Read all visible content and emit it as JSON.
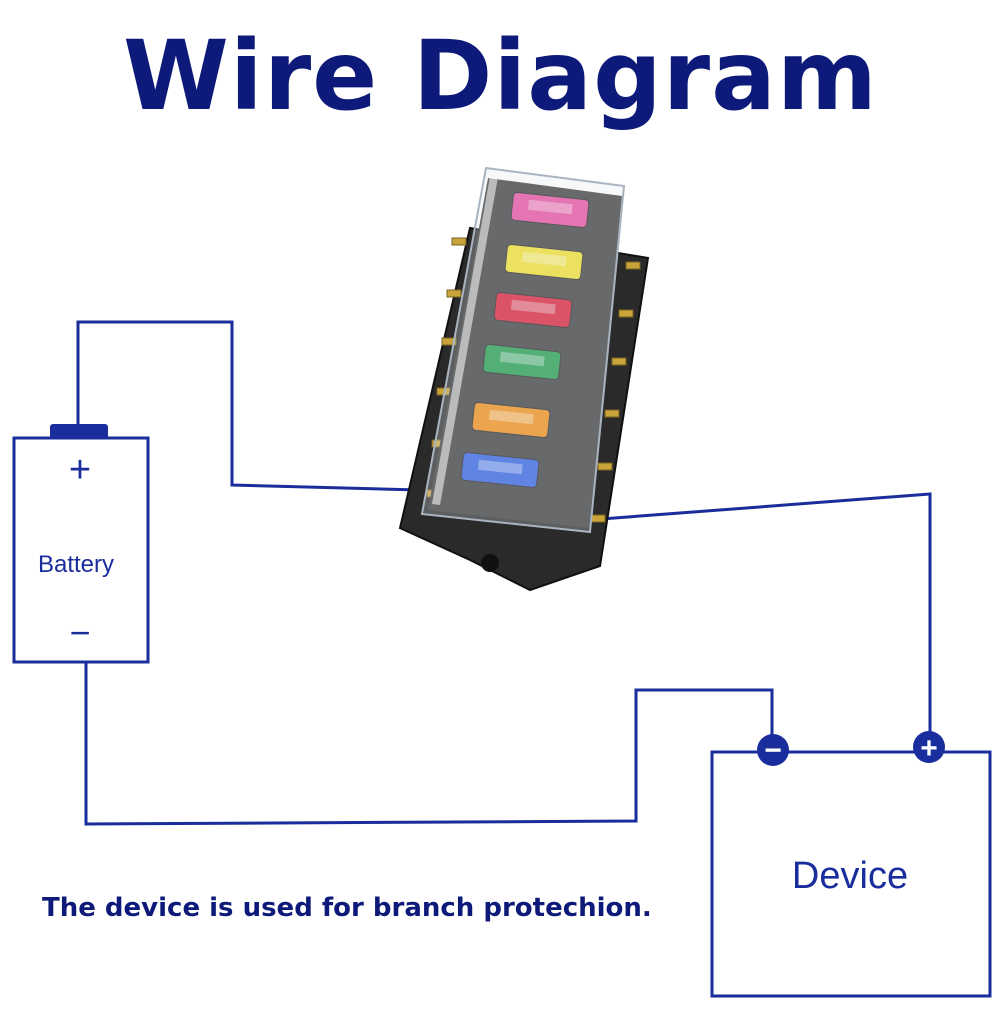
{
  "title": "Wire Diagram",
  "battery": {
    "label": "Battery",
    "positive_symbol": "+",
    "negative_symbol": "−"
  },
  "device": {
    "label": "Device",
    "negative_terminal": "−",
    "positive_terminal": "+"
  },
  "caption": "The device is used for branch protechion.",
  "fuses": [
    {
      "color": "#e8499c",
      "icon": "fuse-pink"
    },
    {
      "color": "#f2de2a",
      "icon": "fuse-yellow"
    },
    {
      "color": "#d81b32",
      "icon": "fuse-red"
    },
    {
      "color": "#1f9a4a",
      "icon": "fuse-green"
    },
    {
      "color": "#f28c12",
      "icon": "fuse-orange"
    },
    {
      "color": "#2f5fe0",
      "icon": "fuse-blue"
    }
  ],
  "colors": {
    "wire": "#1a2d9c",
    "text": "#0d1a7a",
    "fuse_box_base": "#2a2a2a"
  }
}
